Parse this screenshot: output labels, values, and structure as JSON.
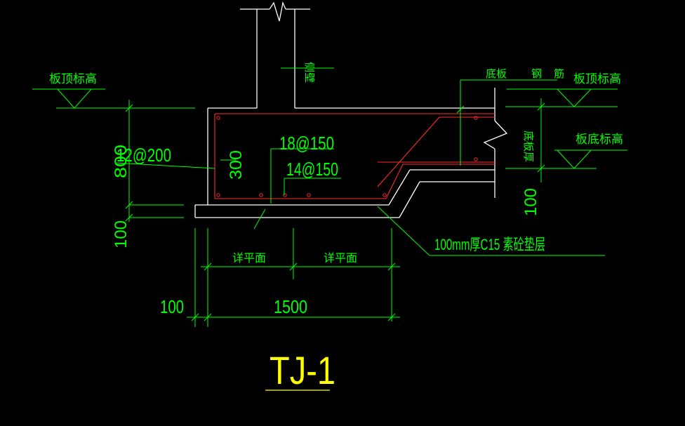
{
  "colors": {
    "background": "#000000",
    "outline": "#ffffff",
    "rebar": "#ff2a2a",
    "dimension": "#00ff00",
    "title": "#ffff00"
  },
  "labels": {
    "side_wall": "侧壁",
    "slab_top_left": "板顶标高",
    "slab_top_right": "板顶标高",
    "slab_bottom": "板底标高",
    "bottom_slab": "底板",
    "steel": "钢",
    "rebar_word": "筋",
    "slab_thickness": "底板厚",
    "detail_left": "详平面",
    "detail_right": "详平面",
    "cushion": "100mm厚C15 素砼垫层"
  },
  "rebar": {
    "top": "18@150",
    "middle": "14@150",
    "side": "12@200"
  },
  "dimensions": {
    "height_800": "800",
    "height_100_left": "100",
    "height_300": "300",
    "height_100_right": "100",
    "width_100": "100",
    "width_1500": "1500"
  },
  "title": "TJ-1"
}
